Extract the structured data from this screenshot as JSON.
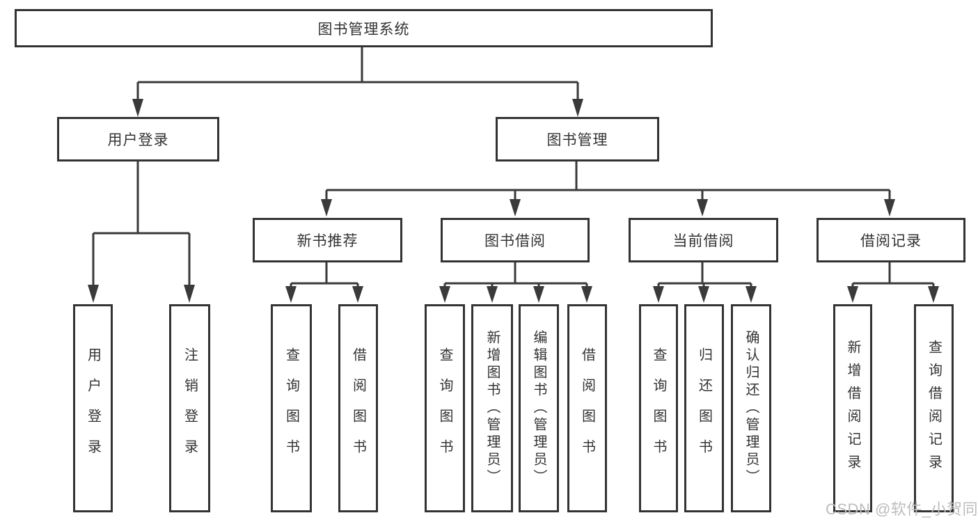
{
  "diagram": {
    "title": "图书管理系统",
    "level1": [
      {
        "label": "用户登录",
        "children": [
          {
            "label": "用户登录"
          },
          {
            "label": "注销登录"
          }
        ]
      },
      {
        "label": "图书管理",
        "children": [
          {
            "label": "新书推荐",
            "children": [
              {
                "label": "查询图书"
              },
              {
                "label": "借阅图书"
              }
            ]
          },
          {
            "label": "图书借阅",
            "children": [
              {
                "label": "查询图书"
              },
              {
                "label": "新增图书（管理员）"
              },
              {
                "label": "编辑图书（管理员）"
              },
              {
                "label": "借阅图书"
              }
            ]
          },
          {
            "label": "当前借阅",
            "children": [
              {
                "label": "查询图书"
              },
              {
                "label": "归还图书"
              },
              {
                "label": "确认归还（管理员）"
              }
            ]
          },
          {
            "label": "借阅记录",
            "children": [
              {
                "label": "新增借阅记录"
              },
              {
                "label": "查询借阅记录"
              }
            ]
          }
        ]
      }
    ]
  },
  "watermark": {
    "text": "CSDN @软件_小贺同学",
    "color": "#bcbcbc"
  },
  "colors": {
    "line": "#3a3a3a",
    "border": "#333333",
    "text": "#333333",
    "background": "#ffffff"
  }
}
